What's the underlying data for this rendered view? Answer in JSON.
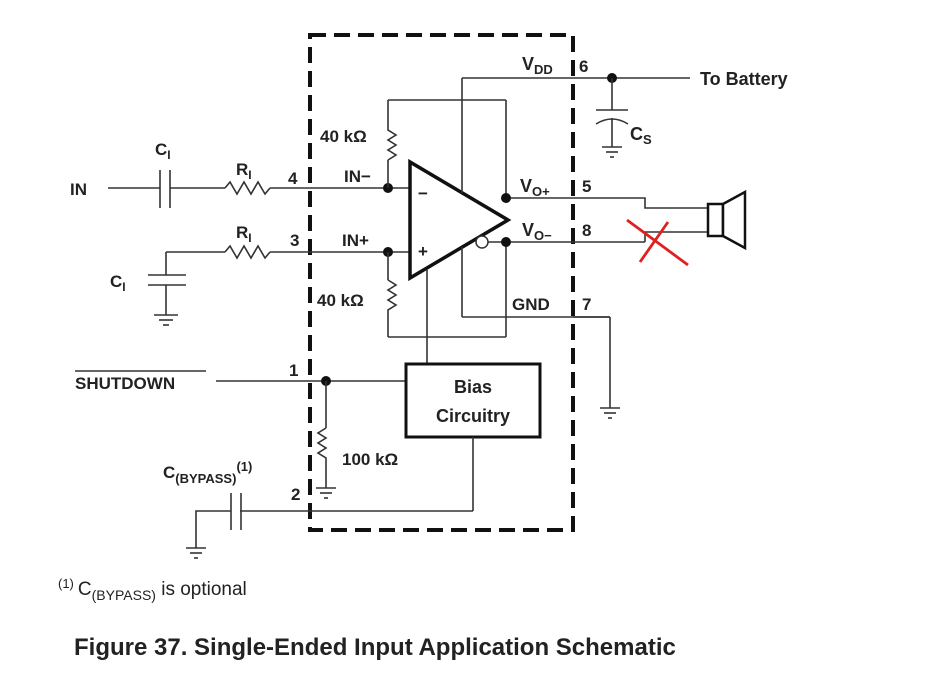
{
  "figure": {
    "caption": "Figure 37.  Single-Ended Input Application Schematic",
    "footnote_marker": "(1)",
    "footnote_c": "C",
    "footnote_sub": "(BYPASS)",
    "footnote_text": " is optional"
  },
  "inputs": {
    "in_label": "IN",
    "shutdown_label": "SHUTDOWN",
    "ci_label": "C",
    "ci_sub": "I",
    "ri_label": "R",
    "ri_sub": "I",
    "cbypass_label": "C",
    "cbypass_sub": "(BYPASS)",
    "cbypass_sup": "(1)"
  },
  "pins": {
    "p1": "1",
    "p2": "2",
    "p3": "3",
    "p4": "4",
    "p5": "5",
    "p6": "6",
    "p7": "7",
    "p8": "8"
  },
  "internal": {
    "r_feedback_top": "40 kΩ",
    "r_feedback_bottom": "40 kΩ",
    "r_shutdown": "100 kΩ",
    "in_minus": "IN−",
    "in_plus": "IN+",
    "opamp_minus": "−",
    "opamp_plus": "+",
    "bias_line1": "Bias",
    "bias_line2": "Circuitry",
    "vdd": "V",
    "vdd_sub": "DD",
    "vo_plus": "V",
    "vo_plus_sub": "O+",
    "vo_minus": "V",
    "vo_minus_sub": "O−",
    "gnd": "GND"
  },
  "external": {
    "to_battery": "To Battery",
    "cs_label": "C",
    "cs_sub": "S"
  },
  "annotation": {
    "cross_mark_color": "#e02020",
    "meaning": "red X on pin 8 output wire"
  }
}
